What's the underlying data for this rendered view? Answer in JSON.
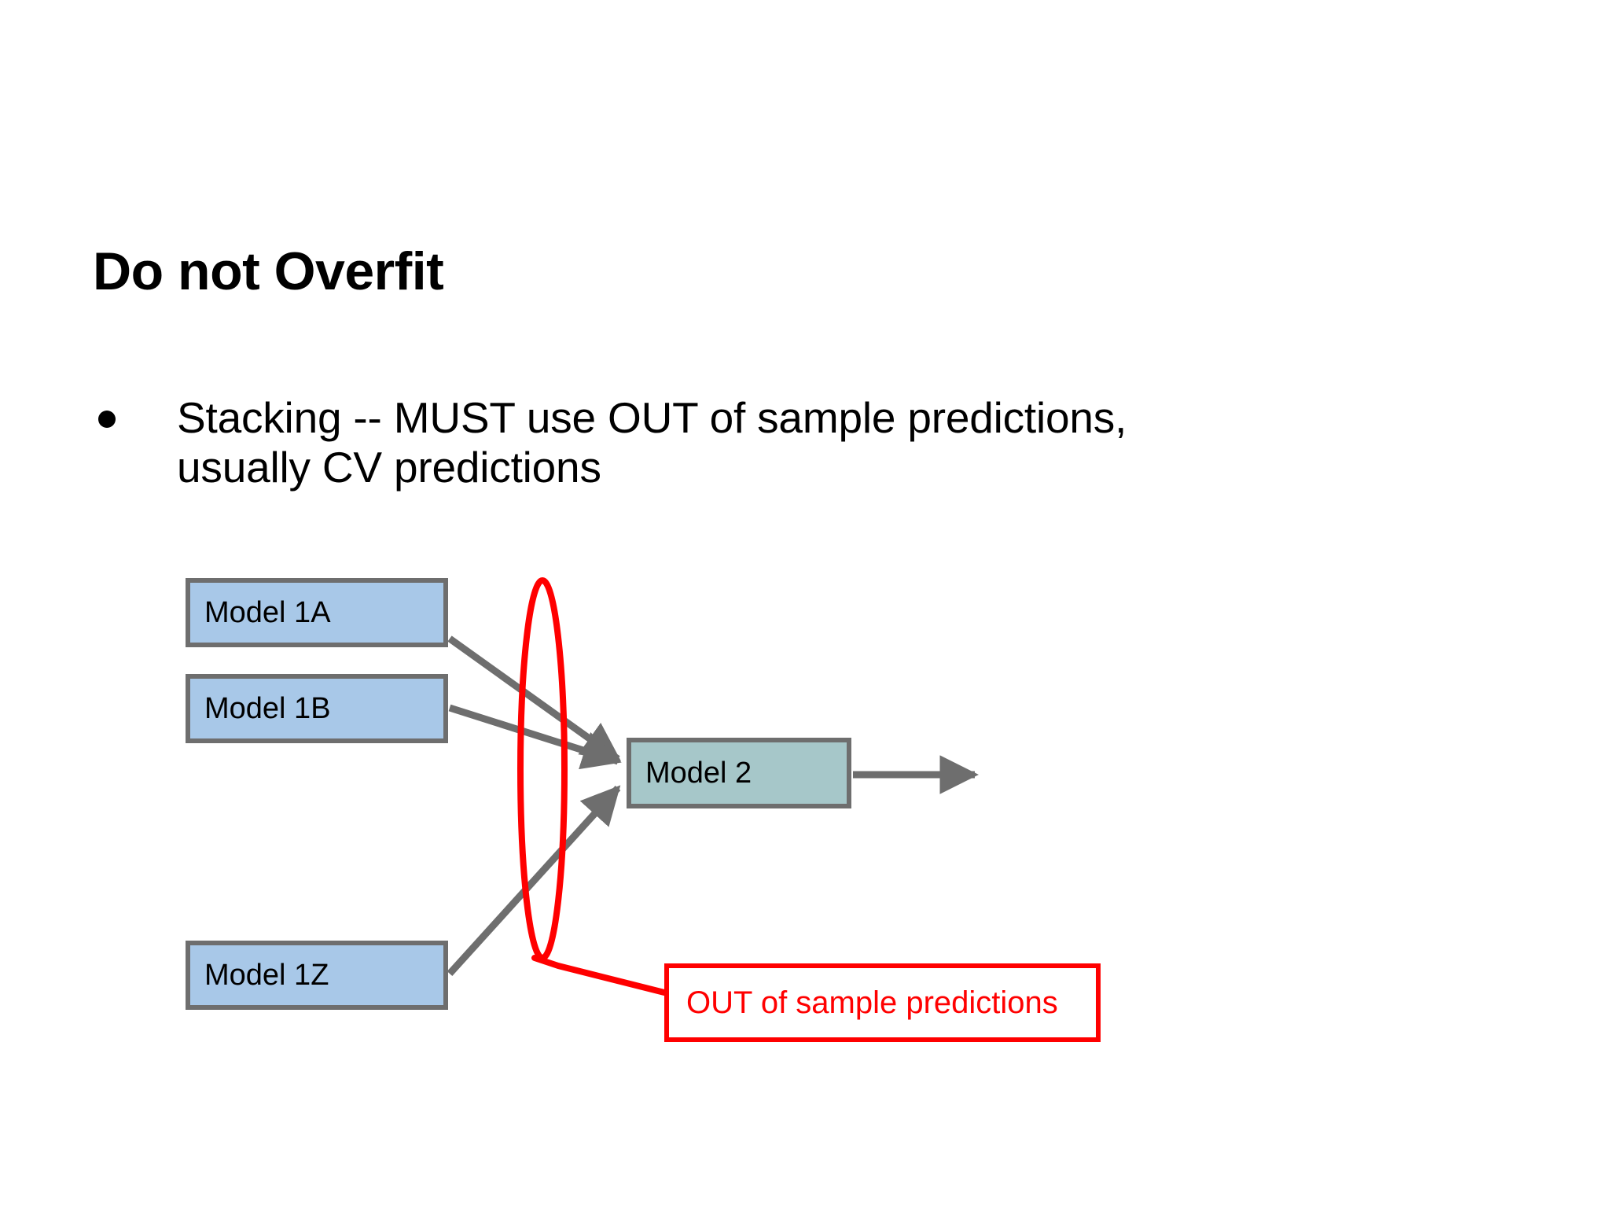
{
  "slide": {
    "title": "Do not Overfit",
    "background_color": "#ffffff",
    "text_color": "#000000"
  },
  "bullets": [
    {
      "marker": "bullet-dot",
      "line1": "Stacking -- MUST use OUT of sample predictions,",
      "line2": "usually CV predictions"
    }
  ],
  "diagram": {
    "type": "flow",
    "level1_boxes": [
      {
        "label": "Model 1A",
        "fill": "#a8c8e8",
        "border": "#6e6e6e"
      },
      {
        "label": "Model 1B",
        "fill": "#a8c8e8",
        "border": "#6e6e6e"
      },
      {
        "label": "Model 1Z",
        "fill": "#a8c8e8",
        "border": "#6e6e6e"
      }
    ],
    "level2_box": {
      "label": "Model 2",
      "fill": "#a6c7c9",
      "border": "#6e6e6e"
    },
    "callout": {
      "label": "OUT of sample predictions",
      "color": "#ff0000",
      "border": "#ff0000",
      "fill": "#ffffff"
    },
    "highlight_ellipse": {
      "name": "red-ellipse-highlight",
      "stroke": "#ff0000"
    },
    "arrow_color": "#6e6e6e"
  }
}
